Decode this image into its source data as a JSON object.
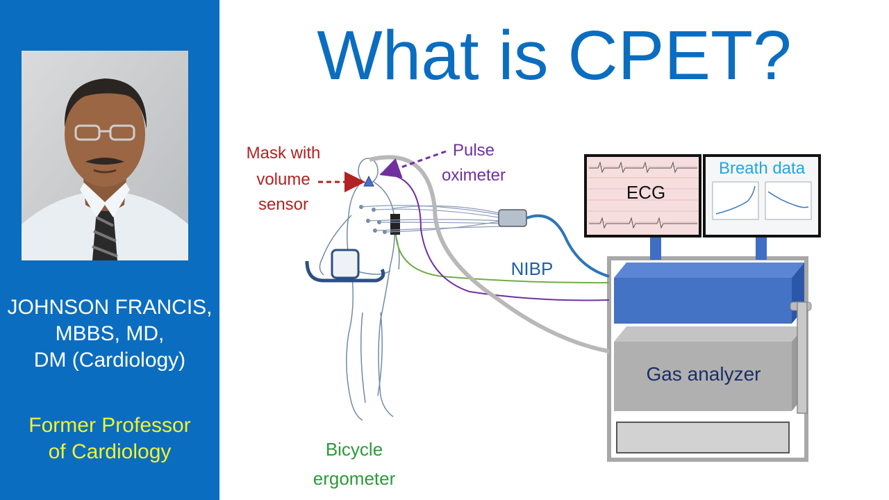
{
  "title": "What is CPET?",
  "author": {
    "name": "JOHNSON FRANCIS,",
    "degrees": "MBBS, MD,",
    "specialty": "DM (Cardiology)",
    "role_line1": "Former Professor",
    "role_line2": "of Cardiology"
  },
  "labels": {
    "mask_line1": "Mask with",
    "mask_line2": "volume",
    "mask_line3": "sensor",
    "pulse_line1": "Pulse",
    "pulse_line2": "oximeter",
    "ecg": "ECG",
    "breath_data": "Breath data",
    "nibp": "NIBP",
    "gas_analyzer": "Gas analyzer",
    "bicycle_line1": "Bicycle",
    "bicycle_line2": "ergometer"
  },
  "colors": {
    "sidebar": "#0b6dbf",
    "title": "#0b6dbf",
    "author_text": "#ffffff",
    "role_text": "#f2f230",
    "mask_label": "#b22222",
    "pulse_label": "#7030a0",
    "breath_label": "#1fa7e0",
    "nibp_label": "#1f5fa6",
    "bicycle_label": "#2a9a3a",
    "gas_label": "#1a2f66"
  }
}
